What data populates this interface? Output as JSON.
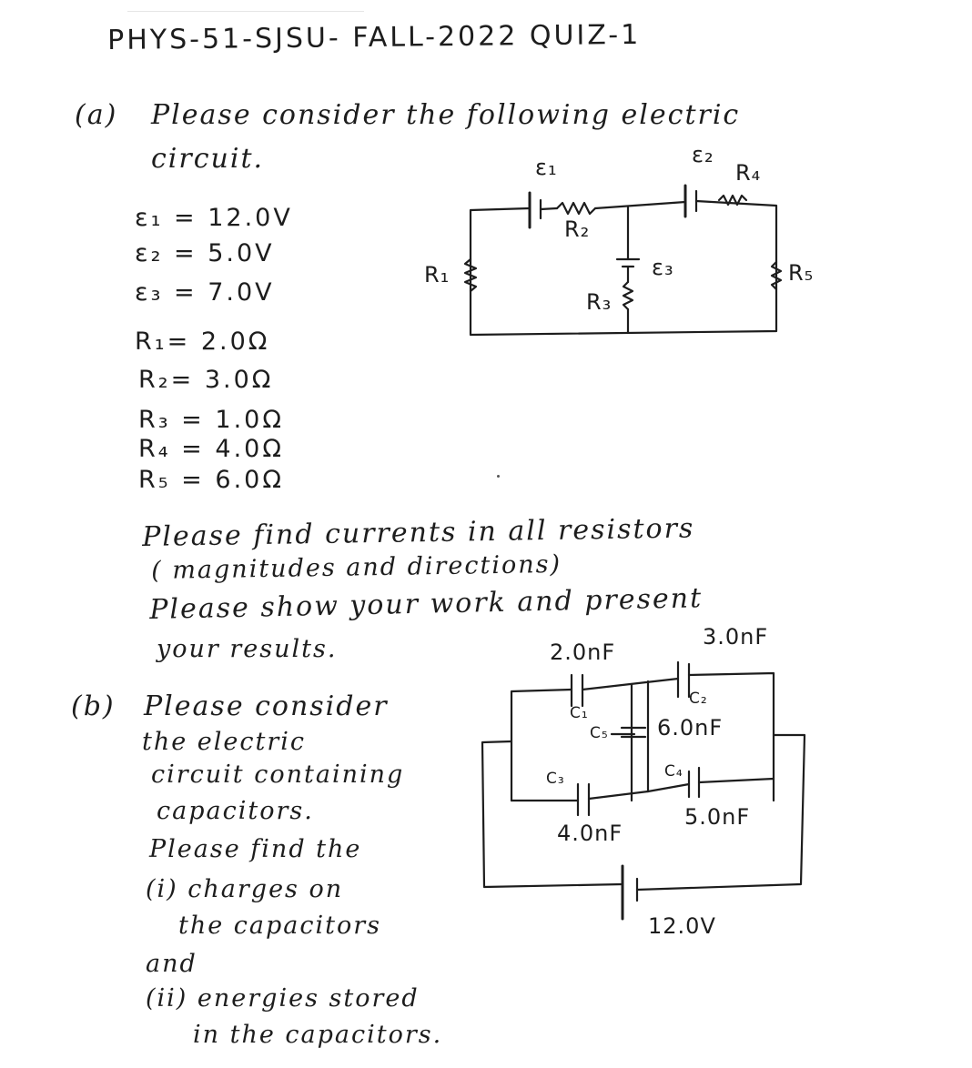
{
  "header": {
    "title": "PHYS-51-SJSU- FALL-2022 QUIZ-1"
  },
  "part_a": {
    "marker": "(a)",
    "intro_line1": "Please consider the following electric",
    "intro_line2": "circuit.",
    "givens": [
      {
        "label": "ε₁",
        "value": "12.0V"
      },
      {
        "label": "ε₂",
        "value": "5.0V"
      },
      {
        "label": "ε₃",
        "value": "7.0V"
      },
      {
        "label": "R₁",
        "value": "2.0Ω"
      },
      {
        "label": "R₂",
        "value": "3.0Ω"
      },
      {
        "label": "R₃",
        "value": "1.0Ω"
      },
      {
        "label": "R₄",
        "value": "4.0Ω"
      },
      {
        "label": "R₅",
        "value": "6.0Ω"
      }
    ],
    "circuit_labels": {
      "e1": "ε₁",
      "e2": "ε₂",
      "e3": "ε₃",
      "r1": "R₁",
      "r2": "R₂",
      "r3": "R₃",
      "r4": "R₄",
      "r5": "R₅"
    },
    "task_lines": [
      "Please find currents in all resistors",
      "( magnitudes and directions)",
      "Please show your work and present",
      "your results."
    ]
  },
  "part_b": {
    "marker": "(b)",
    "lines": [
      "Please consider",
      "the electric",
      "circuit containing",
      "capacitors.",
      "Please find the",
      "(i) charges on",
      "the capacitors",
      "and",
      "(ii) energies stored",
      "in the capacitors."
    ],
    "circuit_labels": {
      "c1_value": "2.0nF",
      "c2_value": "3.0nF",
      "c5_value": "6.0nF",
      "c3_value": "4.0nF",
      "c4_value": "5.0nF",
      "battery_value": "12.0V",
      "c1": "C₁",
      "c2": "C₂",
      "c3": "C₃",
      "c4": "C₄",
      "c5": "C₅"
    }
  }
}
